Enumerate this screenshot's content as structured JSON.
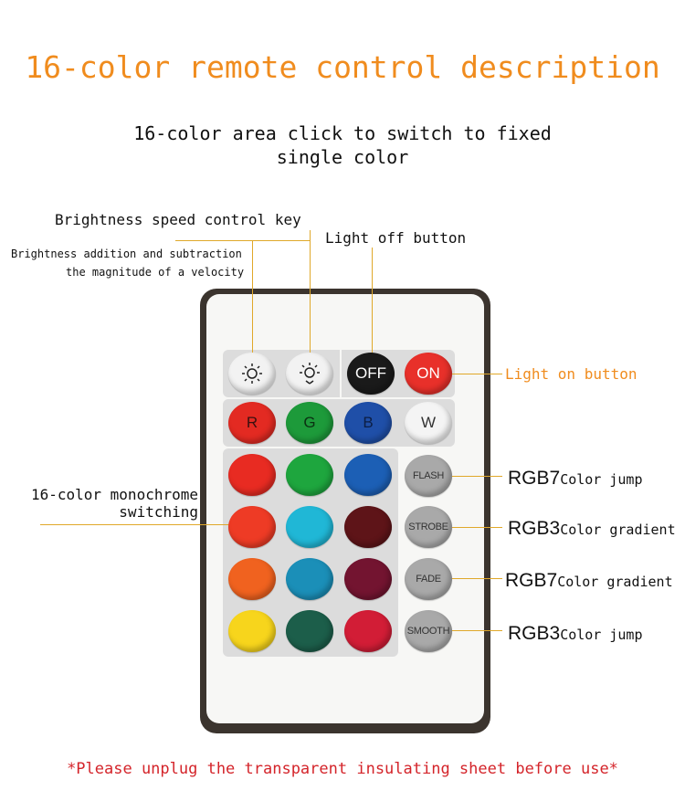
{
  "title": "16-color remote control description",
  "subtitle_line1": "16-color area click to switch to fixed",
  "subtitle_line2": "single color",
  "labels": {
    "brightness_speed": "Brightness speed control key",
    "brightness_note_1": "Brightness addition and subtraction",
    "brightness_note_2": "the magnitude of a velocity",
    "light_off": "Light off button",
    "light_on": "Light on button",
    "mono_1": "16-color monochrome",
    "mono_2": "switching"
  },
  "modes": [
    {
      "prefix": "RGB7",
      "suffix": "Color jump"
    },
    {
      "prefix": "RGB3",
      "suffix": "Color gradient"
    },
    {
      "prefix": "RGB7",
      "suffix": "Color gradient"
    },
    {
      "prefix": "RGB3",
      "suffix": "Color jump"
    }
  ],
  "remote": {
    "off_label": "OFF",
    "on_label": "ON",
    "r_label": "R",
    "g_label": "G",
    "b_label": "B",
    "w_label": "W",
    "flash_label": "FLASH",
    "strobe_label": "STROBE",
    "fade_label": "FADE",
    "smooth_label": "SMOOTH",
    "icons": [
      "brightness-down-icon",
      "brightness-up-icon"
    ],
    "colors": {
      "off": "#1a1a1a",
      "on": "#e8302a",
      "r": "#e32a22",
      "g": "#1d9a3a",
      "b": "#1f4fa8",
      "w": "#f4f4f4",
      "grid": [
        [
          "#e82b22",
          "#1ea63e",
          "#1c5fb5"
        ],
        [
          "#ee3b25",
          "#20b7d6",
          "#5e1418"
        ],
        [
          "#f0621f",
          "#1b8fb8",
          "#731430"
        ],
        [
          "#f7d51c",
          "#1c5e4a",
          "#d21d36"
        ]
      ]
    }
  },
  "footer": "*Please unplug the transparent insulating sheet before use*"
}
